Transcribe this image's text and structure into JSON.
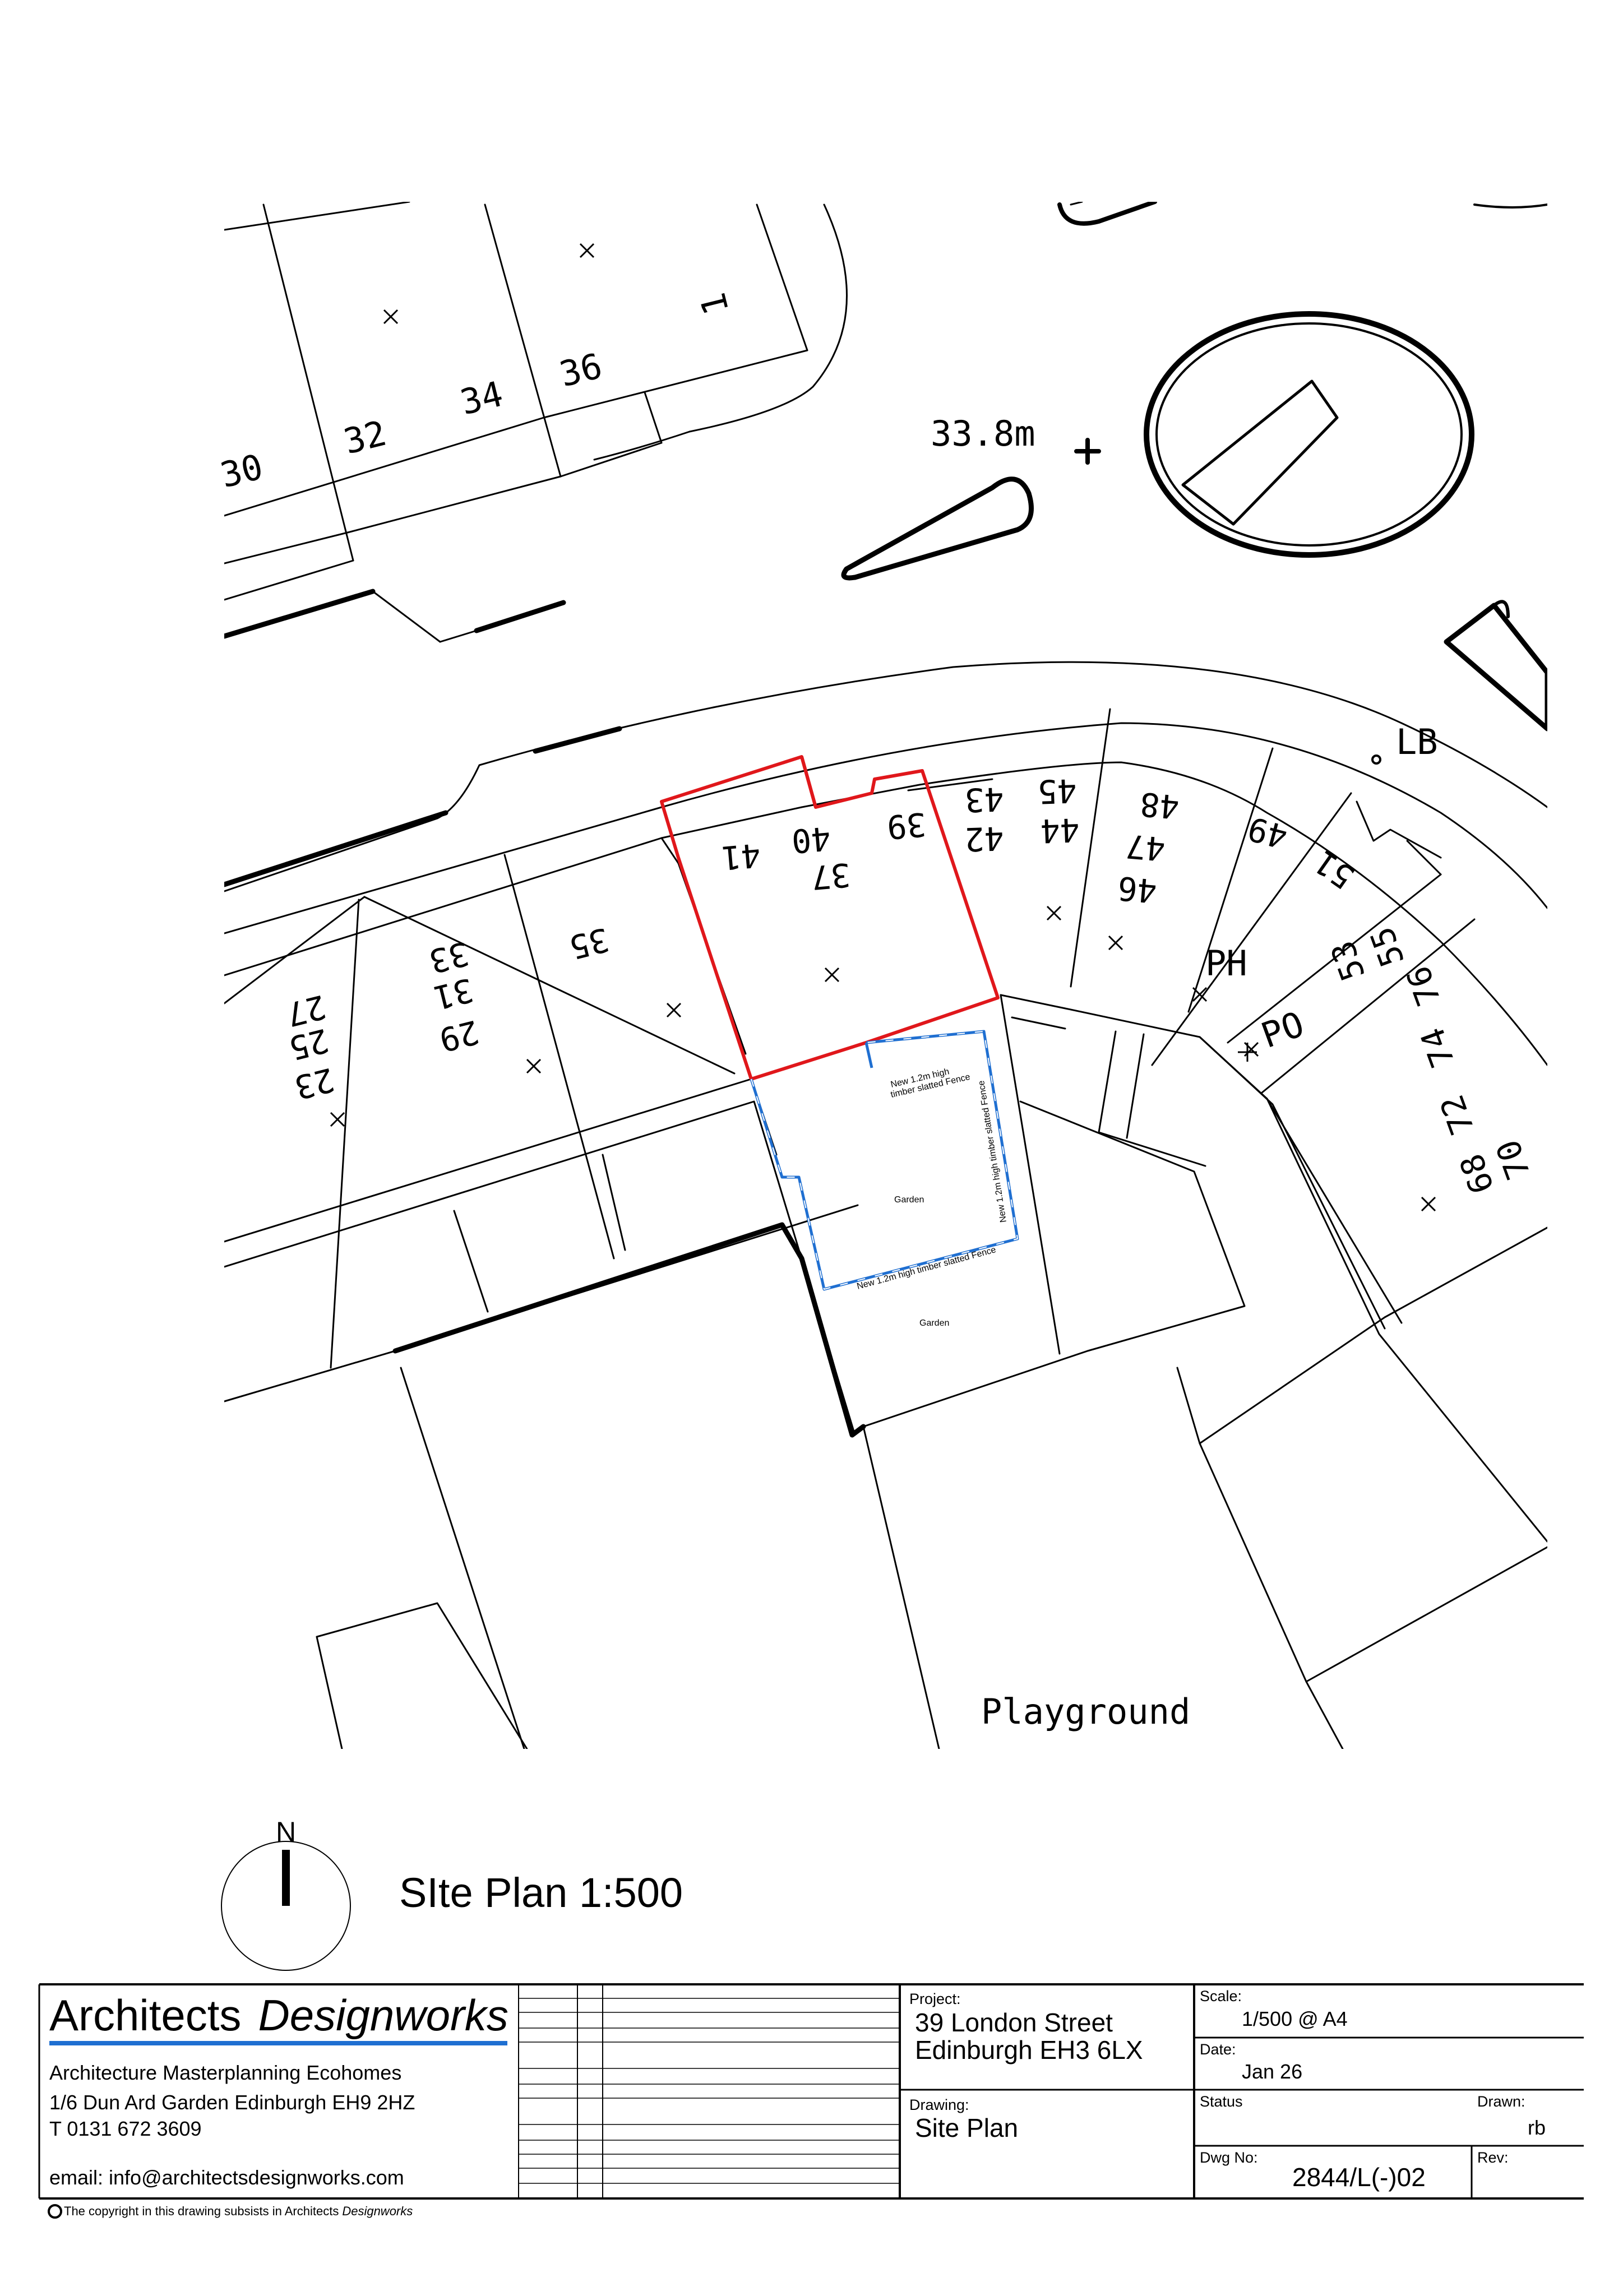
{
  "map": {
    "plot_labels": {
      "n30": "30",
      "n32": "32",
      "n34": "34",
      "n36": "36",
      "n1": "1",
      "height": "33.8m",
      "lb": "LB",
      "n23": "23",
      "n25": "25",
      "n27": "27",
      "n29": "29",
      "n31": "31",
      "n33": "33",
      "n35": "35",
      "n37": "37",
      "n39": "39",
      "n40": "40",
      "n41": "41",
      "n42": "42",
      "n43": "43",
      "n44": "44",
      "n45": "45",
      "n46": "46",
      "n47": "47",
      "n48": "48",
      "n49": "49",
      "n51": "51",
      "n53": "53",
      "n55": "55",
      "ph": "PH",
      "po": "PO",
      "n68": "68",
      "n70": "70",
      "n72": "72",
      "n74": "74",
      "n76": "76",
      "playground": "Playground"
    },
    "garden_label": "Garden",
    "garden_label_lower": "Garden",
    "fence_note_top_1": "New 1.2m high",
    "fence_note_top_2": "timber slatted Fence",
    "fence_note_right": "New 1.2m high timber slatted Fence",
    "fence_note_bottom": "New 1.2m high timber slatted Fence",
    "colors": {
      "site_boundary": "#e0171b",
      "fence": "#1f6fd1",
      "ink": "#000000"
    }
  },
  "north": {
    "label": "N"
  },
  "plan_title": "SIte Plan 1:500",
  "title_block": {
    "firm_name": "Architects",
    "firm_name_italic": "Designworks",
    "tagline": "Architecture  Masterplanning  Ecohomes",
    "address": "1/6 Dun Ard Garden  Edinburgh  EH9 2HZ",
    "phone": "T 0131 672 3609",
    "email": "email: info@architectsdesignworks.com",
    "copyright": "The copyright in this drawing subsists in Architects",
    "copyright_italic": "Designworks",
    "project_label": "Project:",
    "project_line1": "39 London Street",
    "project_line2": "Edinburgh EH3 6LX",
    "drawing_label": "Drawing:",
    "drawing_value": "Site Plan",
    "scale_label": "Scale:",
    "scale_value": "1/500 @ A4",
    "date_label": "Date:",
    "date_value": "Jan 26",
    "status_label": "Status",
    "drawn_label": "Drawn:",
    "drawn_value": "rb",
    "dwg_label": "Dwg No:",
    "dwg_value": "2844/L(-)02",
    "rev_label": "Rev:"
  }
}
